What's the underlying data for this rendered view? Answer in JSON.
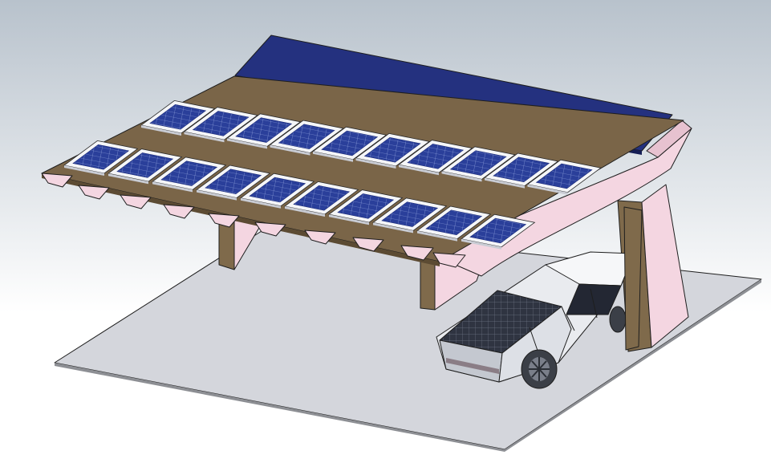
{
  "viewport": {
    "background_top": "#b8c2cc",
    "background_bottom": "#ffffff"
  },
  "model": {
    "colors": {
      "ground_plate": "#d4d6dc",
      "ground_plate_edge": "#8d8f94",
      "canopy_beam": "#7a6548",
      "canopy_beam_top": "#a38a66",
      "pink_frame": "#f4d6e1",
      "pink_frame_shade": "#e7c2d0",
      "column": "#7f6a4b",
      "solar_cell": "#2a3f9a",
      "solar_cell_dark": "#1d2d7a",
      "panel_frame": "#f5f6f8",
      "top_panel": "#24317f",
      "vehicle_body": "#e9ebef",
      "vehicle_shade": "#c4c8d0",
      "vehicle_glass": "#232733",
      "tire": "#3b3f47"
    },
    "panel_rows": [
      {
        "row": "back",
        "panels": 10
      },
      {
        "row": "front",
        "panels": 10
      }
    ],
    "vehicle": "pickup-truck"
  }
}
